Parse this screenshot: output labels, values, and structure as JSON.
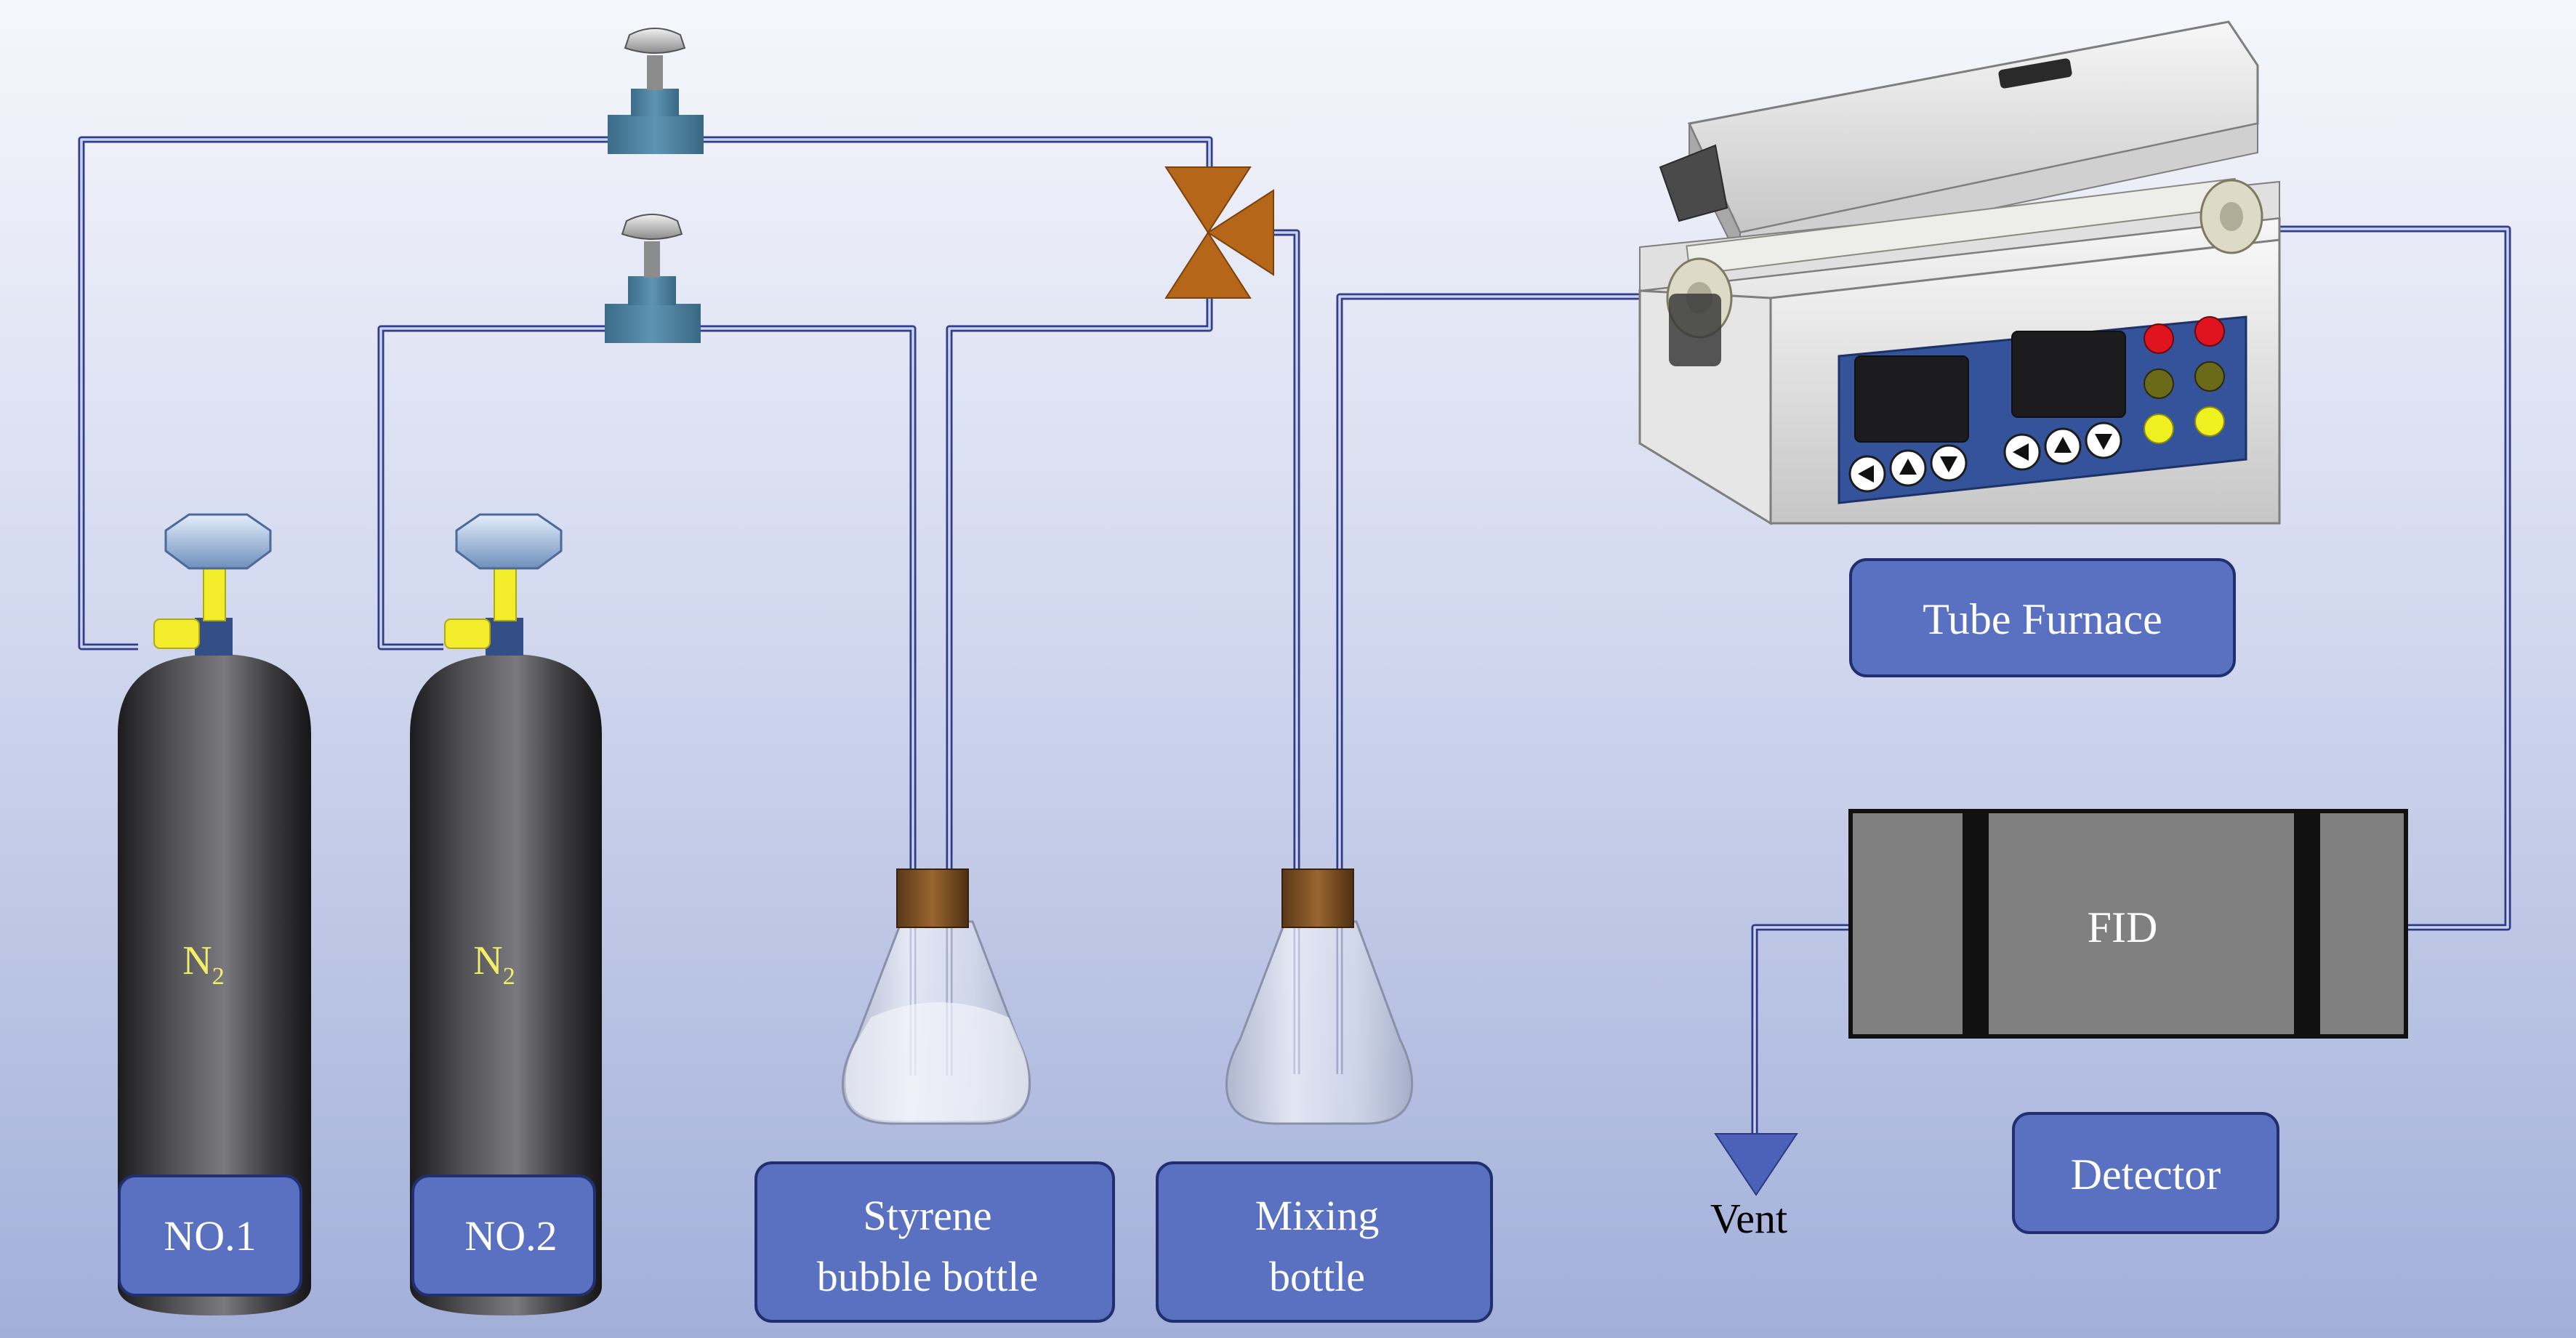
{
  "cylinders": [
    {
      "id": "no1",
      "gas_main": "N",
      "gas_sub": "2",
      "label": "NO.1"
    },
    {
      "id": "no2",
      "gas_main": "N",
      "gas_sub": "2",
      "label": "NO.2"
    }
  ],
  "bottles": {
    "styrene": {
      "line1": "Styrene",
      "line2": "bubble bottle"
    },
    "mixing": {
      "line1": "Mixing",
      "line2": "bottle"
    }
  },
  "furnace": {
    "label": "Tube Furnace"
  },
  "fid": {
    "label": "FID"
  },
  "detector": {
    "label": "Detector"
  },
  "vent": {
    "label": "Vent"
  },
  "colors": {
    "label_box": "#5a70c0",
    "label_box_border": "#20306e",
    "pipe": "#4a5ab8",
    "valve": "#b86a1e",
    "regulator": "#4a7e9e",
    "cylinder": "#3c3c3e",
    "furnace_panel": "#34539a"
  }
}
